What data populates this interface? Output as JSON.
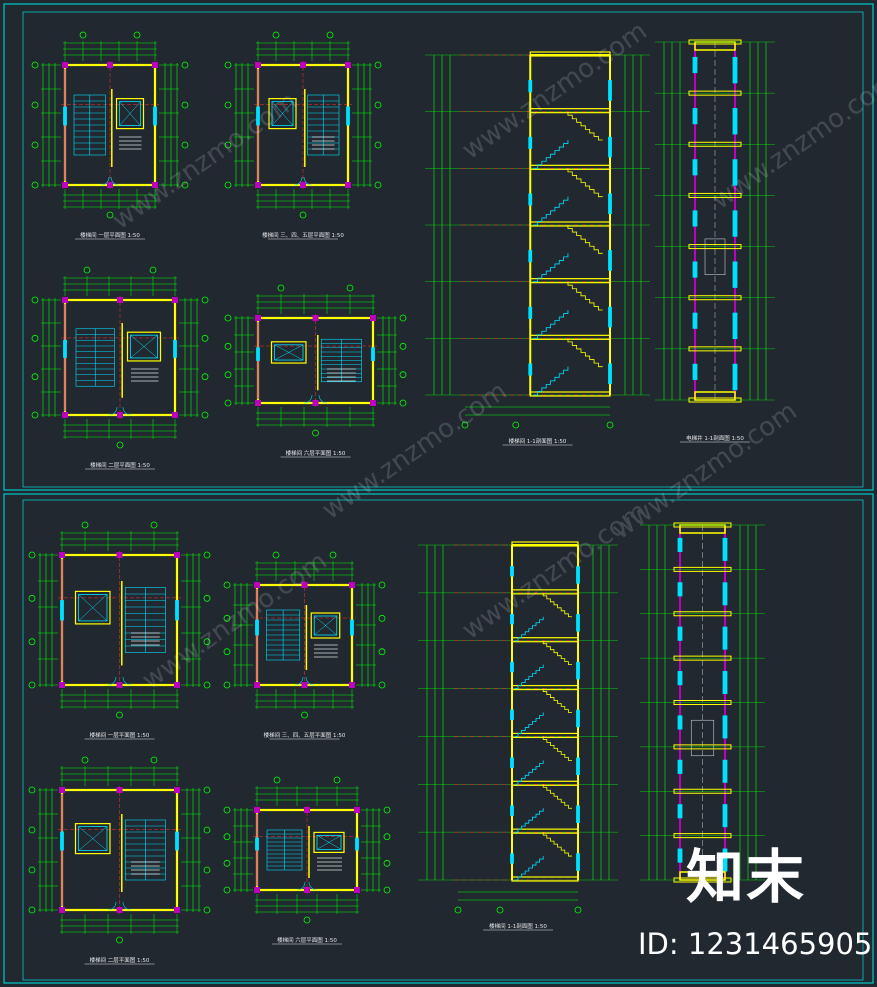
{
  "drawing": {
    "title": "Stair and elevator core CAD drawing sheet",
    "colors": {
      "background": "#212830",
      "frame": "#00c8c8",
      "dimension": "#00ff00",
      "wall": "#ffff00",
      "column": "#c000c0",
      "window": "#00e0ff",
      "axis": "#ff3030",
      "stair": "#00e0ff"
    },
    "panels": [
      {
        "id": "top",
        "plans": [
          {
            "name": "plan-1",
            "title": "楼梯间 一层平面图 1:50"
          },
          {
            "name": "plan-2",
            "title": "楼梯间 三、四、五层平面图 1:50"
          },
          {
            "name": "plan-3",
            "title": "楼梯间 二层平面图 1:50"
          },
          {
            "name": "plan-4",
            "title": "楼梯间 六层平面图 1:50"
          }
        ],
        "section": {
          "title": "楼梯间 1-1剖面图 1:50"
        },
        "elevator_section": {
          "title": "电梯井 1-1剖面图 1:50"
        }
      },
      {
        "id": "bottom",
        "plans": [
          {
            "name": "plan-1",
            "title": "楼梯间 一层平面图 1:50"
          },
          {
            "name": "plan-2",
            "title": "楼梯间 三、四、五层平面图 1:50"
          },
          {
            "name": "plan-3",
            "title": "楼梯间 二层平面图 1:50"
          },
          {
            "name": "plan-4",
            "title": "楼梯间 六层平面图 1:50"
          }
        ],
        "section": {
          "title": "楼梯间 1-1剖面图 1:50"
        },
        "elevator_section": null
      }
    ]
  },
  "watermark": {
    "logo_text": "知末",
    "id_text": "ID: 1231465905",
    "diagonal_text": "www.znzmo.com"
  }
}
